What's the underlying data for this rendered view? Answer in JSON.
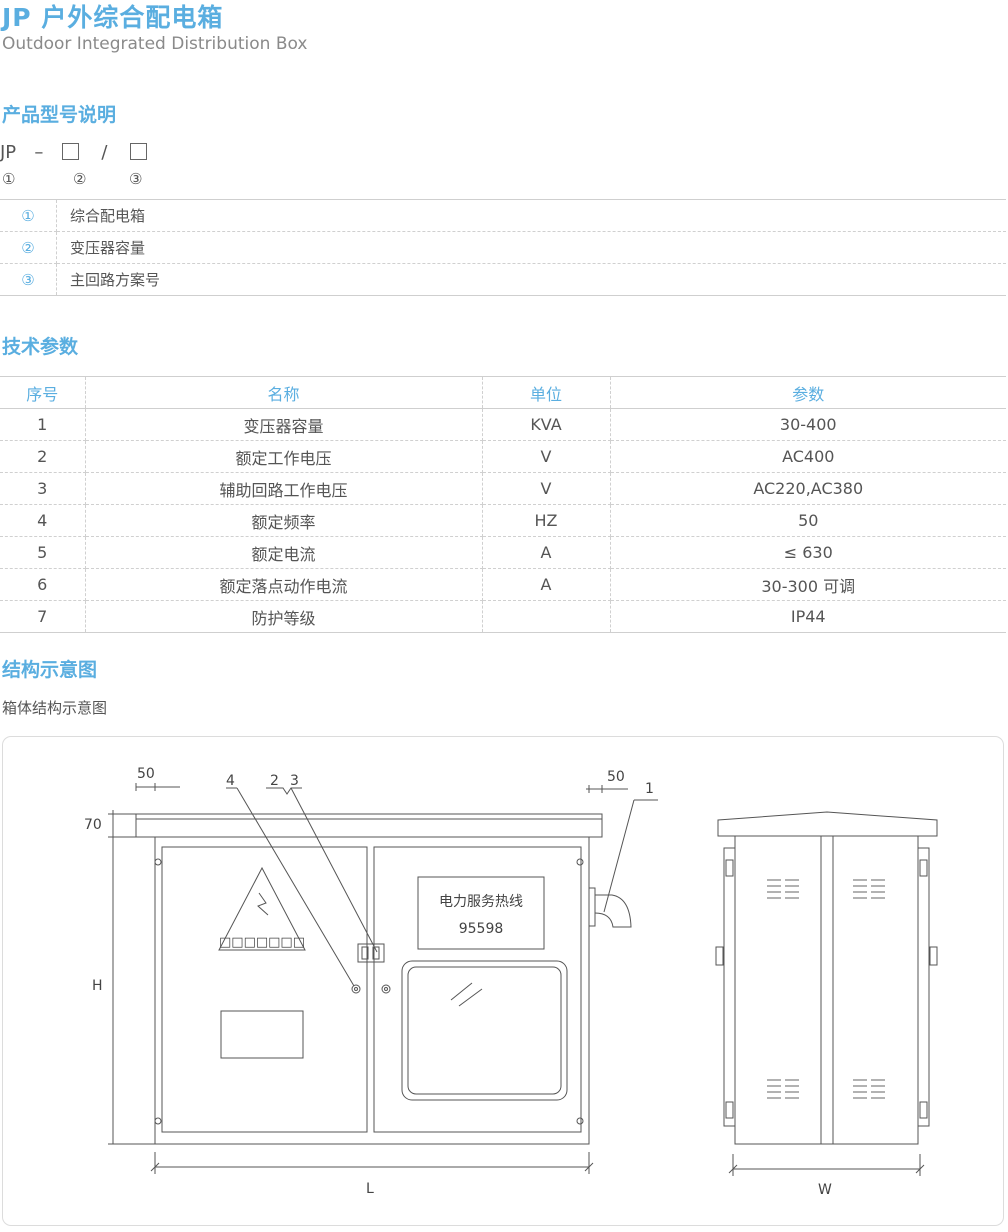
{
  "header": {
    "title_cn": "JP 户外综合配电箱",
    "title_en": "Outdoor Integrated Distribution Box"
  },
  "model_section": {
    "heading": "产品型号说明",
    "prefix": "JP",
    "dash": "–",
    "slash": "/",
    "markers": [
      "①",
      "②",
      "③"
    ],
    "legend": [
      {
        "num": "①",
        "text": "综合配电箱"
      },
      {
        "num": "②",
        "text": "变压器容量"
      },
      {
        "num": "③",
        "text": "主回路方案号"
      }
    ]
  },
  "tech_section": {
    "heading": "技术参数",
    "columns": [
      "序号",
      "名称",
      "单位",
      "参数"
    ],
    "rows": [
      [
        "1",
        "变压器容量",
        "KVA",
        "30-400"
      ],
      [
        "2",
        "额定工作电压",
        "V",
        "AC400"
      ],
      [
        "3",
        "辅助回路工作电压",
        "V",
        "AC220,AC380"
      ],
      [
        "4",
        "额定频率",
        "HZ",
        "50"
      ],
      [
        "5",
        "额定电流",
        "A",
        "≤ 630"
      ],
      [
        "6",
        "额定落点动作电流",
        "A",
        "30-300 可调"
      ],
      [
        "7",
        "防护等级",
        "",
        "IP44"
      ]
    ]
  },
  "structure_section": {
    "heading": "结构示意图",
    "caption": "箱体结构示意图",
    "drawing": {
      "dim_50_left": "50",
      "dim_50_right": "50",
      "dim_70": "70",
      "dim_H": "H",
      "dim_L": "L",
      "dim_W": "W",
      "callout_1": "1",
      "callout_2": "2",
      "callout_3": "3",
      "callout_4": "4",
      "sign_line1": "电力服务热线",
      "sign_line2": "95598",
      "warning_text": "□□□□□□□"
    }
  },
  "colors": {
    "accent": "#5aaee0",
    "text": "#555555",
    "line": "#cfcfcf"
  }
}
